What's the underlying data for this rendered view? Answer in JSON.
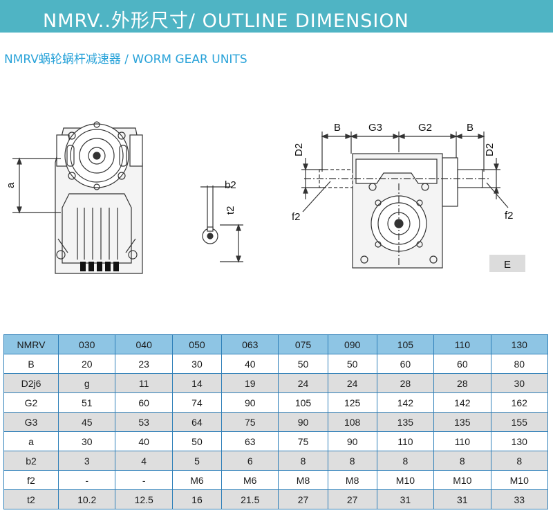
{
  "header": {
    "title": "NMRV..外形尺寸/ OUTLINE DIMENSION"
  },
  "subtitle": "NMRV蜗轮蜗杆减速器 / WORM GEAR UNITS",
  "drawing_labels": {
    "a": "a",
    "b2": "b2",
    "t2": "t2",
    "D2_left": "D2",
    "D2_right": "D2",
    "B_left": "B",
    "G3": "G3",
    "G2": "G2",
    "B_right": "B",
    "f2_left": "f2",
    "f2_right": "f2",
    "E": "E"
  },
  "table": {
    "columns": [
      "NMRV",
      "030",
      "040",
      "050",
      "063",
      "075",
      "090",
      "105",
      "110",
      "130"
    ],
    "rows": [
      {
        "label": "B",
        "values": [
          "20",
          "23",
          "30",
          "40",
          "50",
          "50",
          "60",
          "60",
          "80"
        ]
      },
      {
        "label": "D2j6",
        "values": [
          "g",
          "11",
          "14",
          "19",
          "24",
          "24",
          "28",
          "28",
          "30"
        ]
      },
      {
        "label": "G2",
        "values": [
          "51",
          "60",
          "74",
          "90",
          "105",
          "125",
          "142",
          "142",
          "162"
        ]
      },
      {
        "label": "G3",
        "values": [
          "45",
          "53",
          "64",
          "75",
          "90",
          "108",
          "135",
          "135",
          "155"
        ]
      },
      {
        "label": "a",
        "values": [
          "30",
          "40",
          "50",
          "63",
          "75",
          "90",
          "110",
          "110",
          "130"
        ]
      },
      {
        "label": "b2",
        "values": [
          "3",
          "4",
          "5",
          "6",
          "8",
          "8",
          "8",
          "8",
          "8"
        ]
      },
      {
        "label": "f2",
        "values": [
          "-",
          "-",
          "M6",
          "M6",
          "M8",
          "M8",
          "M10",
          "M10",
          "M10"
        ]
      },
      {
        "label": "t2",
        "values": [
          "10.2",
          "12.5",
          "16",
          "21.5",
          "27",
          "27",
          "31",
          "31",
          "33"
        ]
      }
    ]
  }
}
